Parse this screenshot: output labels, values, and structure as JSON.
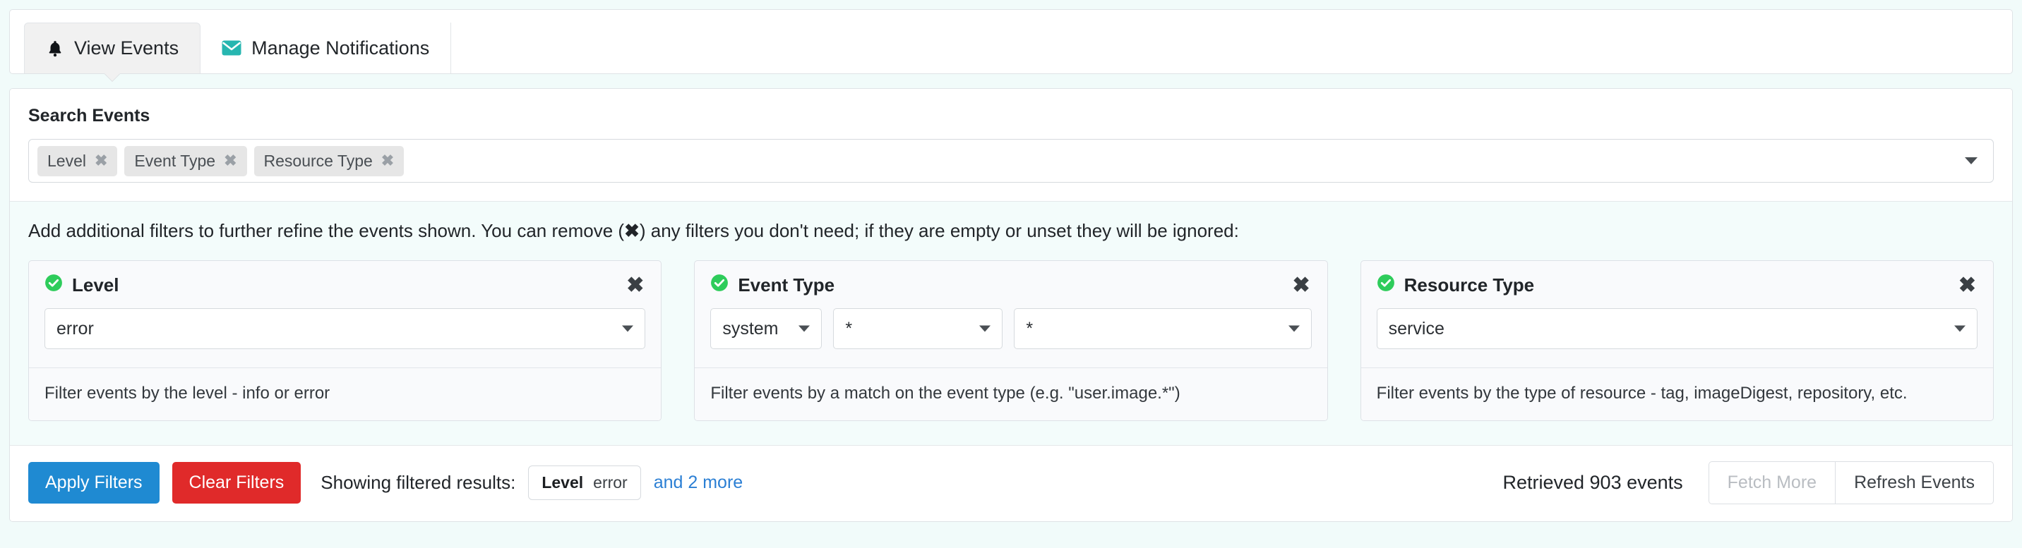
{
  "tabs": [
    {
      "label": "View Events",
      "icon": "bell-icon",
      "active": true
    },
    {
      "label": "Manage Notifications",
      "icon": "envelope-icon",
      "active": false
    }
  ],
  "search": {
    "label": "Search Events",
    "tokens": [
      {
        "label": "Level",
        "remove": "✖"
      },
      {
        "label": "Event Type",
        "remove": "✖"
      },
      {
        "label": "Resource Type",
        "remove": "✖"
      }
    ]
  },
  "filters": {
    "hint_before": "Add additional filters to further refine the events shown. You can remove (",
    "hint_glyph": "✖",
    "hint_after": ") any filters you don't need; if they are empty or unset they will be ignored:",
    "cards": [
      {
        "title": "Level",
        "close": "✖",
        "selects": [
          {
            "value": "error",
            "size": "wide"
          }
        ],
        "description": "Filter events by the level - info or error"
      },
      {
        "title": "Event Type",
        "close": "✖",
        "selects": [
          {
            "value": "system",
            "size": "narrow"
          },
          {
            "value": "*",
            "size": "mid"
          },
          {
            "value": "*",
            "size": "wide"
          }
        ],
        "description": "Filter events by a match on the event type (e.g. \"user.image.*\")"
      },
      {
        "title": "Resource Type",
        "close": "✖",
        "selects": [
          {
            "value": "service",
            "size": "wide"
          }
        ],
        "description": "Filter events by the type of resource - tag, imageDigest, repository, etc."
      }
    ]
  },
  "actions": {
    "apply_label": "Apply Filters",
    "clear_label": "Clear Filters",
    "showing_label": "Showing filtered results:",
    "result_pill": {
      "key": "Level",
      "value": "error"
    },
    "more_link": "and 2 more",
    "retrieved": "Retrieved 903 events",
    "fetch_more_label": "Fetch More",
    "refresh_label": "Refresh Events"
  },
  "colors": {
    "page_background": "#f1fbfa",
    "filters_background": "#f3fcfb",
    "primary": "#1f8ad2",
    "danger": "#e02a2a",
    "link": "#2b7fd4",
    "success": "#2ecc5b",
    "teal": "#27b6b0"
  }
}
